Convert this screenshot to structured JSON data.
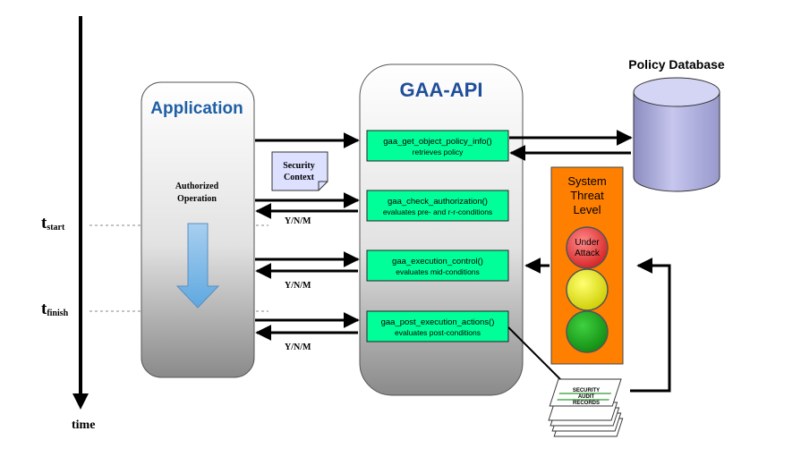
{
  "application": {
    "title": "Application",
    "operation_line1": "Authorized",
    "operation_line2": "Operation"
  },
  "gaa_api": {
    "title": "GAA-API",
    "functions": [
      {
        "name": "gaa_get_object_policy_info()",
        "desc": "retrieves policy"
      },
      {
        "name": "gaa_check_authorization()",
        "desc": "evaluates pre- and r-r-conditions"
      },
      {
        "name": "gaa_execution_control()",
        "desc": "evaluates mid-conditions"
      },
      {
        "name": "gaa_post_execution_actions()",
        "desc": "evaluates post-conditions"
      }
    ]
  },
  "security_context": {
    "line1": "Security",
    "line2": "Context"
  },
  "responses": {
    "label": "Y/N/M"
  },
  "policy_db": {
    "title": "Policy Database"
  },
  "threat": {
    "line1": "System",
    "line2": "Threat",
    "line3": "Level",
    "red_line1": "Under",
    "red_line2": "Attack"
  },
  "audit": {
    "line1": "SECURITY",
    "line2": "AUDIT",
    "line3": "RECORDS"
  },
  "timeline": {
    "label": "time",
    "t_start": {
      "main": "t",
      "sub": "start"
    },
    "t_finish": {
      "main": "t",
      "sub": "finish"
    }
  },
  "colors": {
    "gaa_title": "#1f4e9a",
    "app_title": "#1f5fa6",
    "func_box": "#00ff99",
    "threat_box": "#ff8000",
    "light_red": "#e23030",
    "light_yellow": "#e6e600",
    "light_green": "#1aa31a",
    "context_note": "#dde0ff",
    "db_body": "#b8b8e6"
  }
}
